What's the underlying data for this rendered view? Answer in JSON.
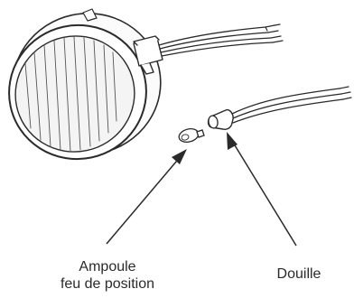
{
  "labels": {
    "bulb": [
      "Ampoule",
      "feu de position"
    ],
    "socket": "Douille"
  },
  "colors": {
    "ink": "#2a2a2a",
    "lens_fill": "#f4f4f4",
    "background": "#ffffff"
  },
  "icons": [
    "headlamp",
    "bulb",
    "bulb-socket",
    "arrow"
  ]
}
